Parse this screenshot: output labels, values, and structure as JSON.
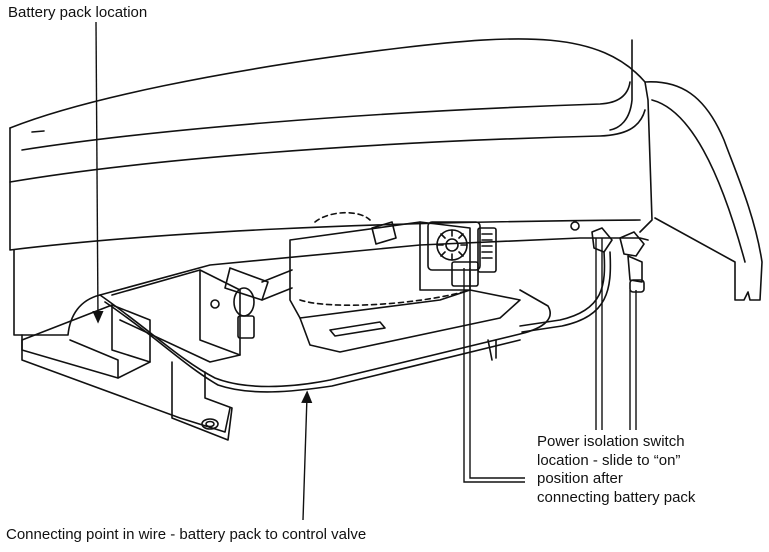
{
  "labels": {
    "battery_pack": "Battery pack location",
    "connecting_point": "Connecting point in wire - battery pack to control valve",
    "power_switch": [
      "Power isolation switch",
      "location - slide to “on”",
      "position after",
      "connecting battery pack"
    ]
  },
  "colors": {
    "line": "#111111",
    "background": "#ffffff"
  }
}
